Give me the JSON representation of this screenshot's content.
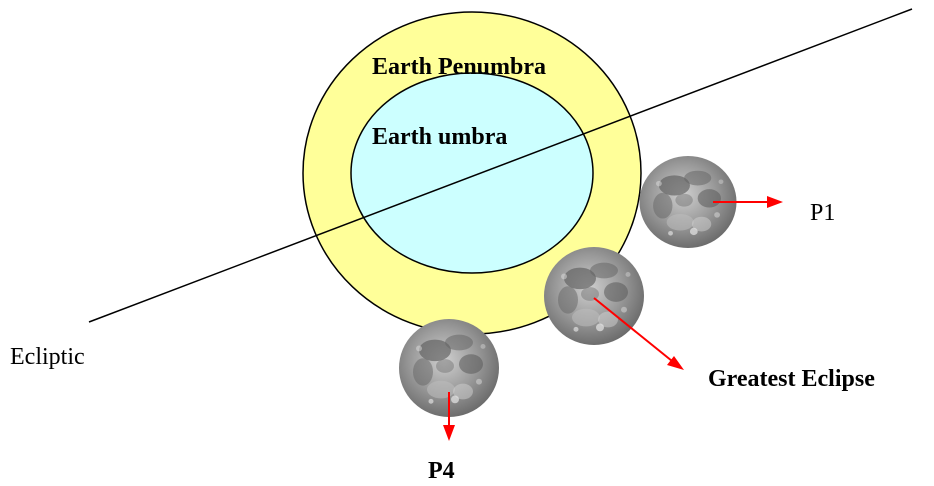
{
  "diagram": {
    "labels": {
      "penumbra": "Earth Penumbra",
      "umbra": "Earth umbra",
      "ecliptic": "Ecliptic",
      "p1": "P1",
      "greatest": "Greatest Eclipse",
      "p4": "P4"
    },
    "colors": {
      "penumbra_fill": "#ffff99",
      "umbra_fill": "#ccffff",
      "outline": "#000000",
      "arrow": "#ff0000",
      "moon_base": "#8a8a8a",
      "moon_light": "#c8c8c8",
      "moon_dark": "#555555",
      "background": "#ffffff"
    },
    "icons": {
      "moon": "full-moon-photo",
      "arrow": "red-arrow"
    }
  }
}
